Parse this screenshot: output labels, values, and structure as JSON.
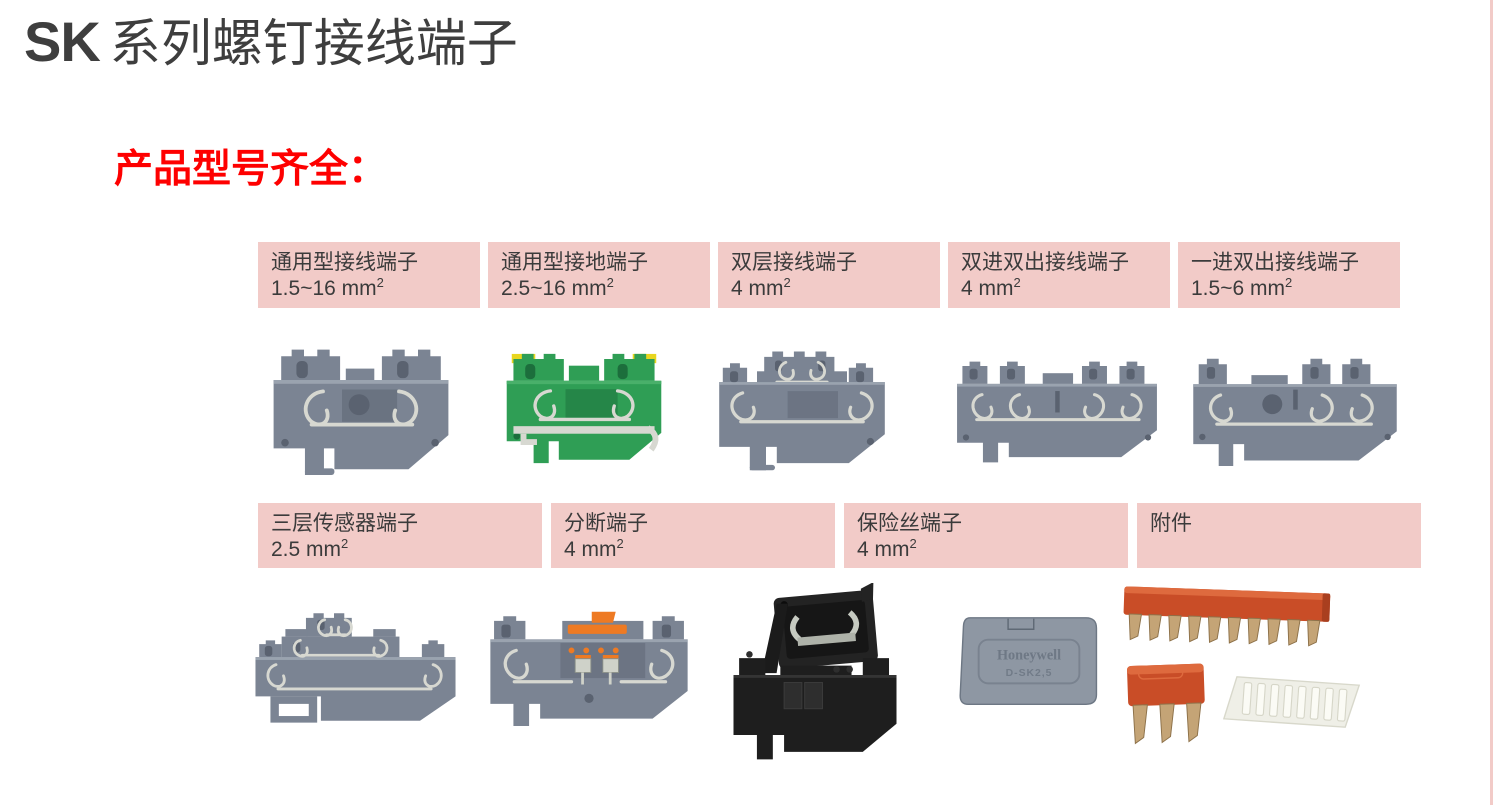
{
  "page": {
    "title_prefix": "SK",
    "title_text": "系列螺钉接线端子",
    "subtitle": "产品型号齐全："
  },
  "colors": {
    "header_pink": "#f2cbc8",
    "subtitle_red": "#fe0000",
    "title_gray": "#3e3e3e",
    "terminal_gray": "#7b8493",
    "ground_green": "#2f9e55",
    "ground_yellow": "#e8d61f",
    "fuse_black": "#1e1e1e",
    "disconnect_orange": "#ee7a23",
    "jumper_red": "#c94d27"
  },
  "row1": [
    {
      "name": "通用型接线端子",
      "spec": "1.5~16 mm",
      "sup": "2"
    },
    {
      "name": "通用型接地端子",
      "spec": "2.5~16 mm",
      "sup": "2"
    },
    {
      "name": "双层接线端子",
      "spec": "4 mm",
      "sup": "2"
    },
    {
      "name": "双进双出接线端子",
      "spec": "4 mm",
      "sup": "2"
    },
    {
      "name": "一进双出接线端子",
      "spec": "1.5~6 mm",
      "sup": "2"
    }
  ],
  "row2": [
    {
      "name": "三层传感器端子",
      "spec": "2.5 mm",
      "sup": "2"
    },
    {
      "name": "分断端子",
      "spec": "4 mm",
      "sup": "2"
    },
    {
      "name": "保险丝端子",
      "spec": "4 mm",
      "sup": "2"
    },
    {
      "name": "附件",
      "spec": "",
      "sup": ""
    }
  ],
  "accessories": {
    "end_cover_brand": "Honeywell",
    "end_cover_model": "D-SK2,5"
  }
}
